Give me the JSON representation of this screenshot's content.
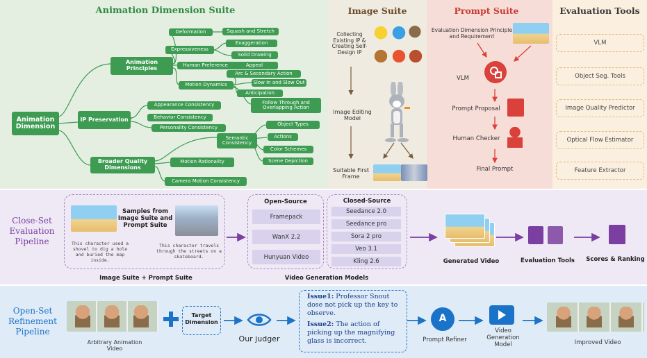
{
  "animation_suite": {
    "title": "Animation Dimension Suite",
    "root": "Animation Dimension",
    "animation_principles": "Animation Principles",
    "ip_preservation": "IP Preservation",
    "broader_quality": "Broader Quality Dimensions",
    "deformation": "Deformation",
    "squash_stretch": "Squash and Stretch",
    "expressiveness": "Expressiveness",
    "exaggeration": "Exaggeration",
    "solid_drawing": "Solid Drawing",
    "human_preference": "Human Preference",
    "appeal": "Appeal",
    "motion_dynamics": "Motion Dynamics",
    "arc_action": "Arc & Secondary Action",
    "slow_in_out": "Slow In and Slow Out",
    "anticipation": "Anticipation",
    "follow_through": "Follow Through and Overlapping Action",
    "appearance_consistency": "Appearance Consistency",
    "behavior_consistency": "Behavior Consistency",
    "personality_consistency": "Personality Consistency",
    "semantic_consistency": "Semantic Consistency",
    "object_types": "Object Types",
    "actions": "Actions",
    "color_schemes": "Color Schemes",
    "scene_depiction": "Scene Depiction",
    "motion_rationality": "Motion Rationality",
    "camera_motion": "Camera Motion Consistency"
  },
  "image_suite": {
    "title": "Image Suite",
    "collecting": "Collecting Existing IP & Creating Self-Design IP",
    "image_editing": "Image Editing Model",
    "suitable": "Suitable First Frame"
  },
  "prompt_suite": {
    "title": "Prompt Suite",
    "principle": "Evaluation Dimension Principle and Requirement",
    "vlm": "VLM",
    "proposal": "Prompt Proposal",
    "human_checker": "Human Checker",
    "final": "Final Prompt"
  },
  "eval_tools": {
    "title": "Evaluation Tools",
    "items": [
      "VLM",
      "Object Seg. Tools",
      "Image Quality Predictor",
      "Optical Flow Estimator",
      "Feature Extractor"
    ]
  },
  "close_set": {
    "title": "Close-Set Evaluation Pipeline",
    "samples": "Samples from Image Suite and Prompt Suite",
    "caption1": "This character used a shovel to dig a hole and buried the map inside.",
    "caption2": "This character travels through the streets on a skateboard.",
    "suite_label": "Image Suite + Prompt Suite",
    "open_source": "Open-Source",
    "open_models": [
      "Framepack",
      "WanX 2.2",
      "Hunyuan Video"
    ],
    "closed_source": "Closed-Source",
    "closed_models": [
      "Seedance 2.0",
      "Seedance pro",
      "Sora 2 pro",
      "Veo 3.1",
      "Kling 2.6"
    ],
    "models_label": "Video Generation Models",
    "generated": "Generated Video",
    "tools": "Evaluation Tools",
    "scores": "Scores & Ranking"
  },
  "open_set": {
    "title": "Open-Set Refinement Pipeline",
    "arbitrary": "Arbitrary Animation Video",
    "target": "Target Dimension",
    "judger": "Our judger",
    "issue1_label": "Issue1:",
    "issue1_text": " Professor Snout dose not pick up the key to observe.",
    "issue2_label": "Issue2:",
    "issue2_text": " The action of picking up the magnifying glass is incorrect.",
    "refiner": "Prompt Refiner",
    "vgm": "Video Generation Model",
    "improved": "Improved Video"
  },
  "colors": {
    "green_panel": "#e4efe2",
    "green_box": "#3d9b52",
    "image_panel": "#efebe0",
    "prompt_panel": "#f7ddd8",
    "tools_panel": "#fbf0e0",
    "close_panel": "#efe9f5",
    "open_panel": "#dfebf7",
    "accent_purple": "#7a3fa0",
    "accent_blue": "#1a73c8",
    "prompt_red": "#d9413a"
  }
}
